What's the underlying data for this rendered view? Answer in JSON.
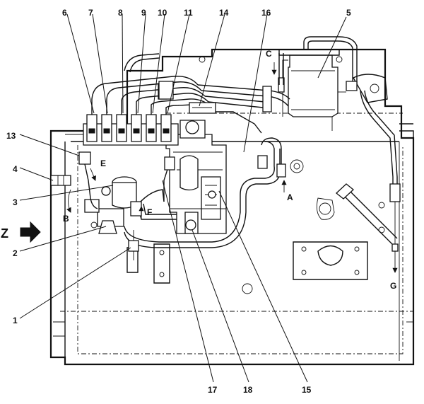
{
  "callouts": [
    {
      "id": "c1",
      "label": "1"
    },
    {
      "id": "c2",
      "label": "2"
    },
    {
      "id": "c3",
      "label": "3"
    },
    {
      "id": "c4",
      "label": "4"
    },
    {
      "id": "c5",
      "label": "5"
    },
    {
      "id": "c6",
      "label": "6"
    },
    {
      "id": "c7",
      "label": "7"
    },
    {
      "id": "c8",
      "label": "8"
    },
    {
      "id": "c9",
      "label": "9"
    },
    {
      "id": "c10",
      "label": "10"
    },
    {
      "id": "c11",
      "label": "11"
    },
    {
      "id": "c13",
      "label": "13"
    },
    {
      "id": "c14",
      "label": "14"
    },
    {
      "id": "c15",
      "label": "15"
    },
    {
      "id": "c16",
      "label": "16"
    },
    {
      "id": "c17",
      "label": "17"
    },
    {
      "id": "c18",
      "label": "18"
    }
  ],
  "flow_labels": {
    "a": "A",
    "b": "B",
    "c": "C",
    "e": "E",
    "f": "F",
    "g": "G"
  },
  "view_label": "Z"
}
